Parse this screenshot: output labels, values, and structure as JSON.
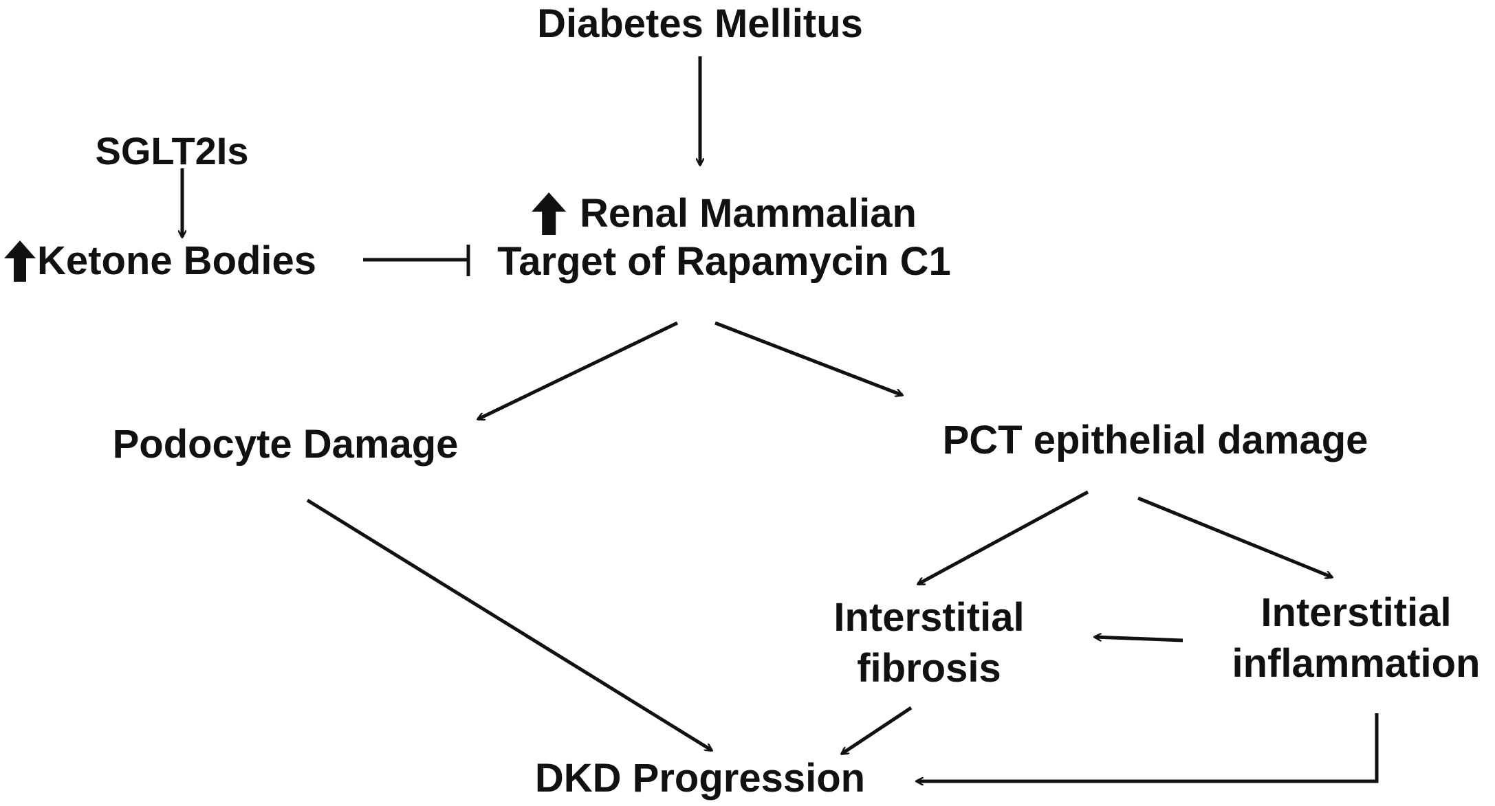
{
  "nodes": {
    "diabetes": "Diabetes Mellitus",
    "sglt2": "SGLT2Is",
    "ketone": "Ketone Bodies",
    "mtor_line1": "Renal Mammalian",
    "mtor_line2": "Target of Rapamycin C1",
    "podocyte": "Podocyte Damage",
    "pct": "PCT epithelial damage",
    "fibrosis_line1": "Interstitial",
    "fibrosis_line2": "fibrosis",
    "inflammation_line1": "Interstitial",
    "inflammation_line2": "inflammation",
    "dkd": "DKD Progression"
  },
  "icons": {
    "ketone_increase": "up-arrow-icon",
    "mtor_increase": "up-arrow-icon"
  },
  "colors": {
    "ink": "#111111",
    "background": "#ffffff"
  }
}
